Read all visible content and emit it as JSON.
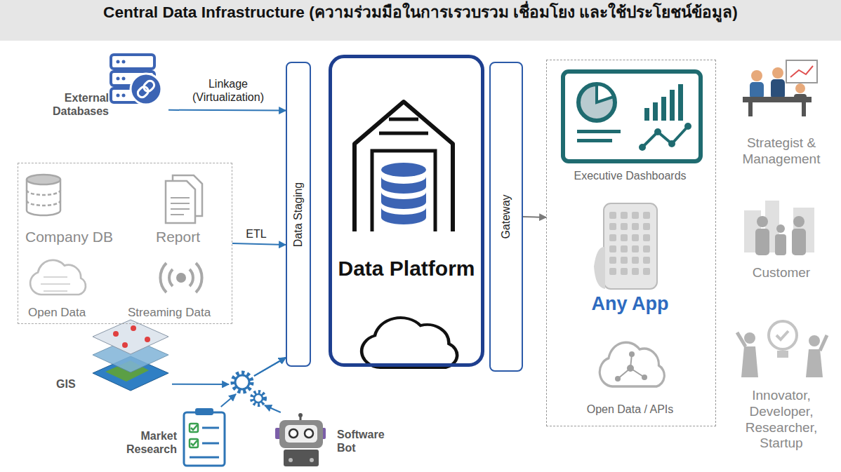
{
  "diagram": {
    "title": "Central Data Infrastructure (ความร่วมมือในการเรวบรวม เชื่อมโยง และใช้ประโยชน์ข้อมูล)",
    "nodes": [
      {
        "text": [
          "External Databases"
        ]
      },
      {
        "text": [
          "Company DB",
          "Report",
          "Open Data",
          "Streaming Data"
        ]
      },
      {
        "text": [
          "GIS"
        ]
      },
      {
        "text": [
          "Market Research"
        ]
      },
      {
        "text": [
          "Software Bot"
        ]
      },
      {
        "text": [
          "Data Staging"
        ]
      },
      {
        "text": [
          "Data Platform"
        ]
      },
      {
        "text": [
          "Gateway"
        ]
      },
      {
        "text": [
          "Executive Dashboards",
          "Any App",
          "Open Data / APIs"
        ]
      }
    ],
    "edges": [
      {
        "from": 0,
        "to": 5,
        "label": "Linkage (Virtualization)",
        "arrow": "to"
      },
      {
        "from": 1,
        "to": 5,
        "label": "ETL",
        "arrow": "to"
      },
      {
        "from": 2,
        "to": 5,
        "arrow": "to"
      },
      {
        "from": 3,
        "to": 5,
        "arrow": "to"
      },
      {
        "from": 4,
        "to": 5,
        "arrow": "to"
      },
      {
        "from": 7,
        "to": 8,
        "arrow": "to"
      }
    ],
    "labels": [
      "Strategist & Management",
      "Customer",
      "Innovator, Developer, Researcher, Startup"
    ]
  }
}
